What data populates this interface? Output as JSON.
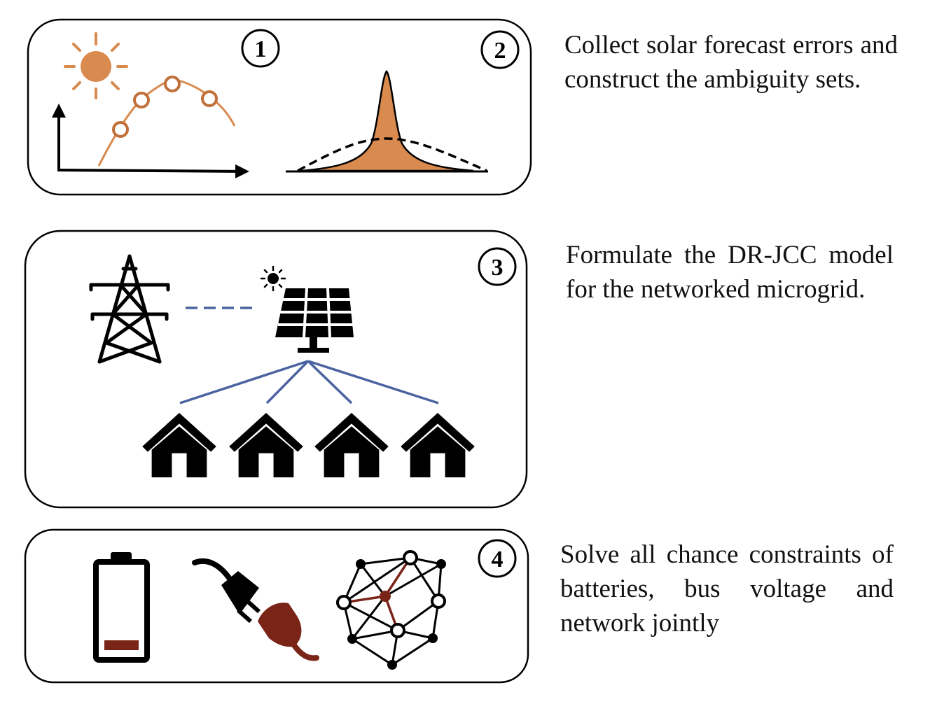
{
  "colors": {
    "accent": "#d98a4e",
    "accent_stroke": "#c0703a",
    "line_blue": "#4a63a0",
    "battery_red": "#7a2418",
    "ink": "#000000"
  },
  "steps": [
    {
      "number": "1"
    },
    {
      "number": "2"
    },
    {
      "number": "3"
    },
    {
      "number": "4"
    }
  ],
  "descriptions": [
    "Collect solar forecast errors and construct the ambiguity sets.",
    "Formulate the DR-JCC model for the networked microgrid.",
    "Solve all chance constraints of batteries, bus voltage and network jointly"
  ],
  "icons": {
    "panel1": [
      "sun-icon",
      "solar-forecast-curve",
      "distribution-plot"
    ],
    "panel2": [
      "transmission-tower-icon",
      "solar-panel-icon",
      "house-icon"
    ],
    "panel3": [
      "battery-icon",
      "plug-icon",
      "network-icon"
    ]
  }
}
